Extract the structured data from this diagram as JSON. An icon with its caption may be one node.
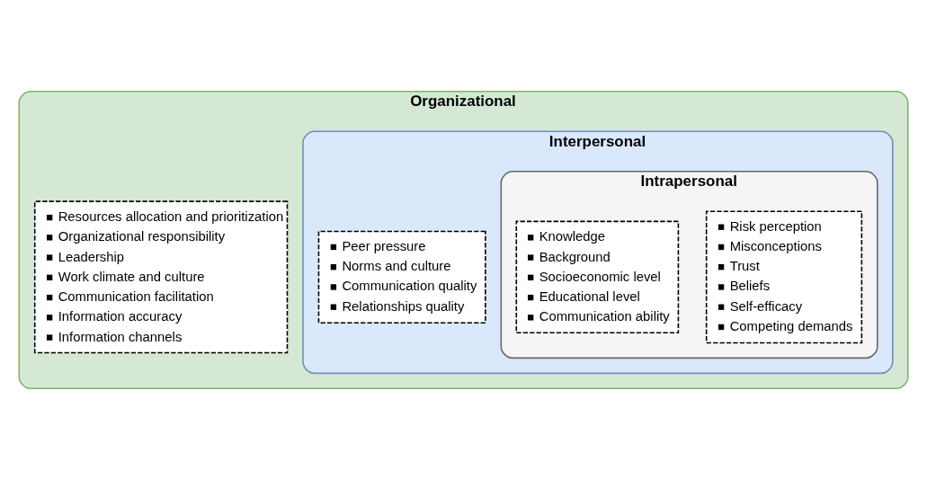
{
  "diagram": {
    "nodes": [
      {
        "text": [
          "Organizational"
        ]
      },
      {
        "text": [
          "Interpersonal"
        ],
        "in": 0
      },
      {
        "text": [
          "Intrapersonal"
        ],
        "in": 1
      },
      {
        "text": [
          "Risk perception",
          "Misconceptions",
          "Trust",
          "Beliefs",
          "Self-efficacy",
          "Competing demands"
        ],
        "in": 2
      },
      {
        "text": [
          "Knowledge",
          "Background",
          "Socioeconomic level",
          "Educational level",
          "Communication ability"
        ],
        "in": 2
      },
      {
        "text": [
          "Peer pressure",
          "Norms and culture",
          "Communication quality",
          "Relationships quality"
        ],
        "in": 1
      },
      {
        "text": [
          "Resources allocation and prioritization",
          "Organizational responsibility",
          "Leadership",
          "Work climate and culture",
          "Communication facilitation",
          "Information accuracy",
          "Information channels"
        ],
        "in": 0
      }
    ],
    "edges": []
  }
}
